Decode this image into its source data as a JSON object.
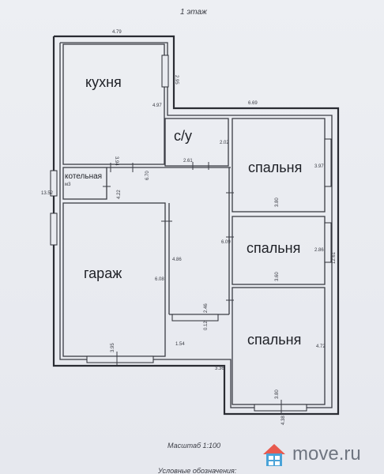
{
  "header": {
    "floor_label": "1 этаж"
  },
  "rooms": {
    "kitchen": "кухня",
    "wc": "с/у",
    "boiler": "котельная",
    "boiler_area": "м3",
    "garage": "гараж",
    "bedroom1": "спальня",
    "bedroom2": "спальня",
    "bedroom3": "спальня"
  },
  "dimensions": {
    "top_left_width": "4.79",
    "kitchen_window_dim": "2.95",
    "kitchen_height": "4.97",
    "top_right_width": "6.69",
    "wc_height": "2.02",
    "wc_width": "2.61",
    "bedroom1_height": "3.97",
    "bedroom1_width": "3.80",
    "boiler_width": "3.94",
    "corridor_width": "6.70",
    "boiler_height": "4.22",
    "left_total": "13.52",
    "hall_height": "4.86",
    "garage_height": "6.08",
    "corridor_height": "6.09",
    "bedroom2_height": "2.86",
    "bedroom2_width": "3.60",
    "right_total": "12.61",
    "hall_width": "2.46",
    "hall_step": "0.12",
    "bedroom3_height": "4.72",
    "garage_width": "3.95",
    "garage_bottom": "1.54",
    "bedroom3_left": "3.36",
    "bedroom3_width": "3.80",
    "bottom_right": "4.38"
  },
  "footer": {
    "scale": "Масштаб 1:100",
    "legend": "Условные обозначения:"
  },
  "logo": {
    "text": "move.ru",
    "color": "#6f7580",
    "accent": "#4aa3d8",
    "roof": "#e85a4f"
  }
}
